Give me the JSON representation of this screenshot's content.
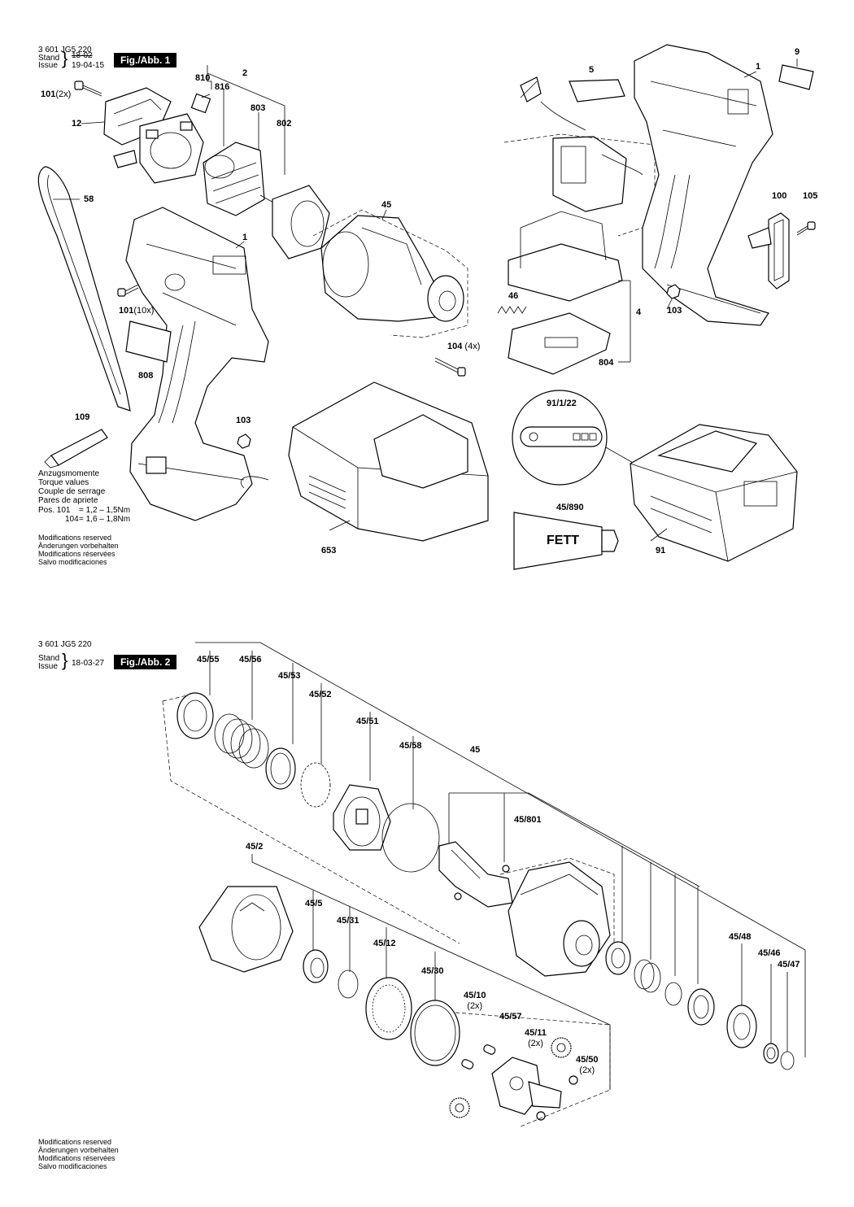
{
  "sheet1": {
    "part_no": "3 601 JG5 220",
    "stand_label": "Stand",
    "issue_label": "Issue",
    "stand_old": "18-02",
    "issue_date": "19-04-15",
    "fig_title": "Fig./Abb. 1",
    "torque": {
      "lines": [
        "Anzugsmomente",
        "Torque values",
        "Couple de serrage",
        "Pares de apriete"
      ],
      "pos_label": "Pos. 101",
      "pos101": "= 1,2 – 1,5Nm",
      "pos104_label": "104",
      "pos104": "= 1,6 – 1,8Nm"
    },
    "mods": [
      "Modifications reserved",
      "Änderungen vorbehalten",
      "Modifications réservées",
      "Salvo modificaciones"
    ],
    "callouts": {
      "c101a": "101",
      "c101a_q": "(2x)",
      "c12": "12",
      "c810": "810",
      "c816": "816",
      "c2": "2",
      "c803": "803",
      "c802": "802",
      "c58": "58",
      "c1a": "1",
      "c45": "45",
      "c101b": "101",
      "c101b_q": "(10x)",
      "c808": "808",
      "c104": "104",
      "c104_q": "(4x)",
      "c109": "109",
      "c103a": "103",
      "c653": "653",
      "c5": "5",
      "c9": "9",
      "c1b": "1",
      "c100": "100",
      "c105": "105",
      "c46": "46",
      "c4": "4",
      "c103b": "103",
      "c804": "804",
      "c91_1_22": "91/1/22",
      "c45_890": "45/890",
      "c91": "91"
    },
    "grease_label": "FETT"
  },
  "sheet2": {
    "part_no": "3 601 JG5 220",
    "stand_label": "Stand",
    "issue_label": "Issue",
    "issue_date": "18-03-27",
    "fig_title": "Fig./Abb. 2",
    "callouts": {
      "c45_55": "45/55",
      "c45_56": "45/56",
      "c45_53": "45/53",
      "c45_52": "45/52",
      "c45_51": "45/51",
      "c45_58": "45/58",
      "c45": "45",
      "c45_801": "45/801",
      "c45_2": "45/2",
      "c45_5": "45/5",
      "c45_31": "45/31",
      "c45_12": "45/12",
      "c45_30": "45/30",
      "c45_10": "45/10",
      "c45_10_q": "(2x)",
      "c45_57": "45/57",
      "c45_11": "45/11",
      "c45_11_q": "(2x)",
      "c45_50": "45/50",
      "c45_50_q": "(2x)",
      "c45_48": "45/48",
      "c45_46": "45/46",
      "c45_47": "45/47"
    },
    "mods": [
      "Modifications reserved",
      "Änderungen vorbehalten",
      "Modifications réservées",
      "Salvo modificaciones"
    ]
  }
}
